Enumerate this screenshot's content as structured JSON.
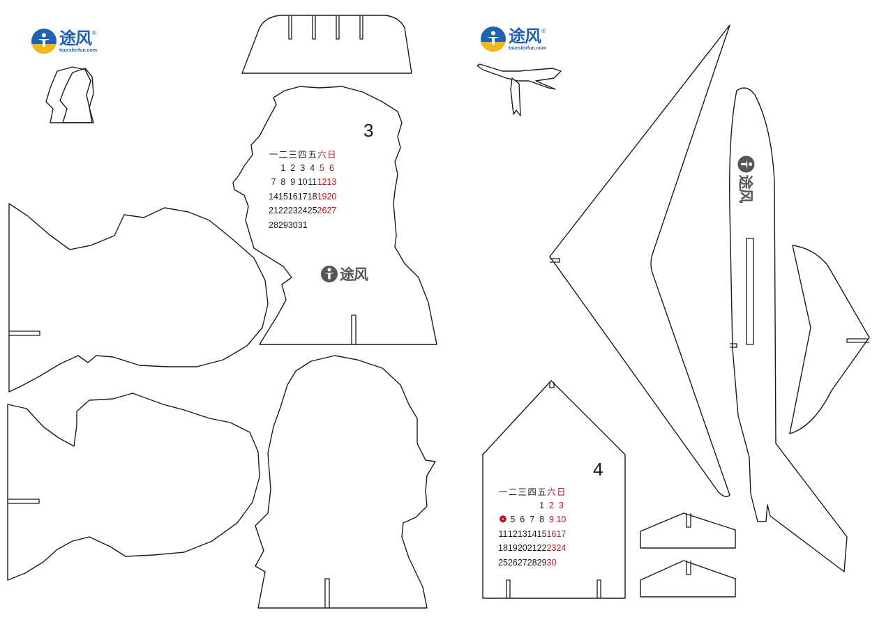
{
  "brand": {
    "name": "途风",
    "registered": "®",
    "url": "toursforfun.com",
    "logo_colors": {
      "blue": "#1f63b0",
      "yellow": "#f3b716",
      "grey": "#555555"
    }
  },
  "icons": {
    "brand_mark": "traveler-figure-icon",
    "airplane_preview": "airplane-icon",
    "portraits_preview": "head-silhouettes-icon"
  },
  "calendar_march": {
    "month": "3",
    "weekdays": [
      "一",
      "二",
      "三",
      "四",
      "五",
      "六",
      "日"
    ],
    "weeks": [
      [
        "",
        "1",
        "2",
        "3",
        "4",
        "5",
        "6"
      ],
      [
        "7",
        "8",
        "9",
        "10",
        "11",
        "12",
        "13"
      ],
      [
        "14",
        "15",
        "16",
        "17",
        "18",
        "19",
        "20"
      ],
      [
        "21",
        "22",
        "23",
        "24",
        "25",
        "26",
        "27"
      ],
      [
        "28",
        "29",
        "30",
        "31",
        "",
        "",
        ""
      ]
    ]
  },
  "calendar_april": {
    "month": "4",
    "weekdays": [
      "一",
      "二",
      "三",
      "四",
      "五",
      "六",
      "日"
    ],
    "weeks": [
      [
        "",
        "",
        "",
        "",
        "1",
        "2",
        "3"
      ],
      [
        "",
        "5",
        "6",
        "7",
        "8",
        "9",
        "10"
      ],
      [
        "11",
        "12",
        "13",
        "14",
        "15",
        "16",
        "17"
      ],
      [
        "18",
        "19",
        "20",
        "21",
        "22",
        "23",
        "24"
      ],
      [
        "25",
        "26",
        "27",
        "28",
        "29",
        "30",
        ""
      ]
    ],
    "holiday_mark": "holiday-seal-icon"
  },
  "colors": {
    "weekend_red": "#c0141c",
    "outline": "#1a1a1a"
  }
}
